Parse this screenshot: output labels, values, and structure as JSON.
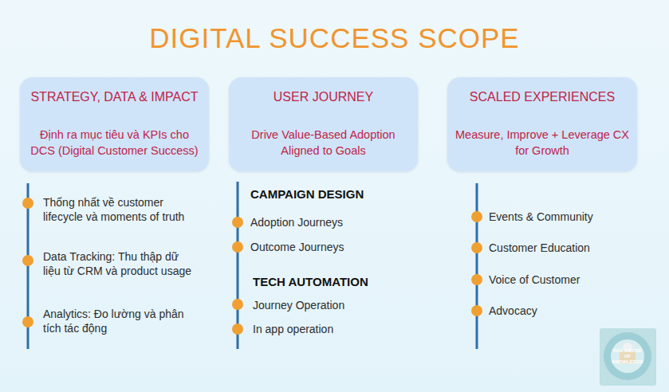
{
  "diagram": {
    "title": "DIGITAL SUCCESS SCOPE",
    "nodes": [
      {
        "text": [
          "STRATEGY, DATA & IMPACT",
          "Định ra mục tiêu và KPIs cho DCS (Digital Customer Success)"
        ]
      },
      {
        "text": [
          "USER JOURNEY",
          "Drive Value-Based Adoption Aligned to Goals"
        ]
      },
      {
        "text": [
          "SCALED EXPERIENCES",
          "Measure, Improve + Leverage CX for Growth"
        ]
      }
    ],
    "labels": [
      "Thống nhất về customer lifecycle và moments of truth",
      "Data Tracking: Thu thập dữ liệu từ CRM và product usage",
      "Analytics: Đo lường và phân tích tác động",
      "CAMPAIGN DESIGN",
      "Adoption Journeys",
      "Outcome Journeys",
      "TECH AUTOMATION",
      "Journey Operation",
      "In app operation",
      "Events & Community",
      "Customer Education",
      "Voice of Customer",
      "Advocacy",
      "DAILY DOSE OF KNOWLEDGE"
    ]
  }
}
